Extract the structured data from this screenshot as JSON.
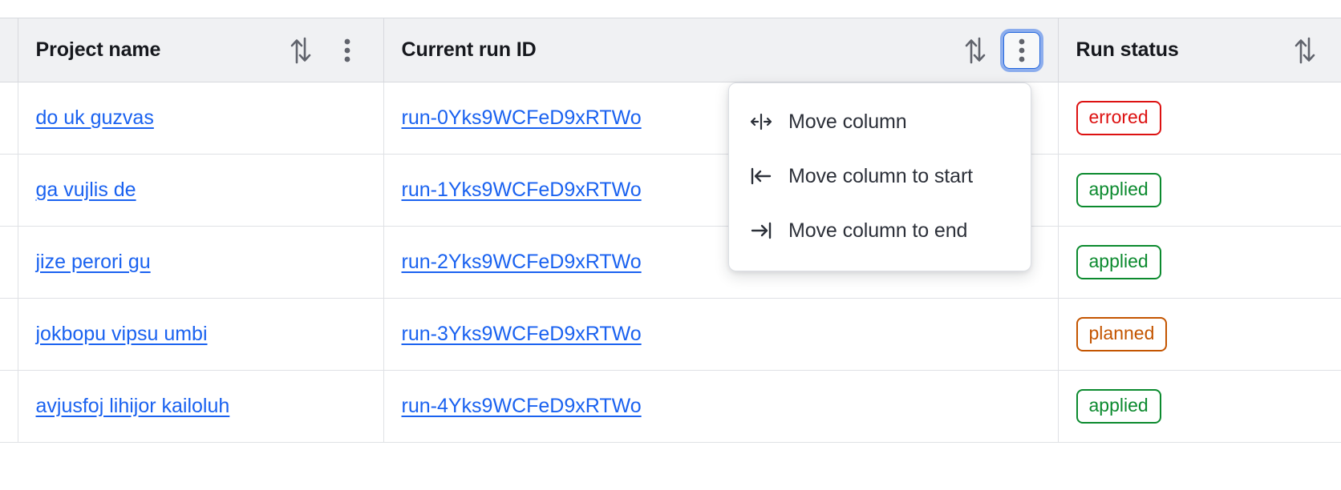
{
  "table": {
    "columns": [
      {
        "key": "project_name",
        "label": "Project name",
        "sort_icon": "sort-arrows-icon",
        "menu_icon": "kebab-menu-icon",
        "menu_focused": false
      },
      {
        "key": "current_run_id",
        "label": "Current run ID",
        "sort_icon": "sort-arrows-icon",
        "menu_icon": "kebab-menu-icon",
        "menu_focused": true
      },
      {
        "key": "run_status",
        "label": "Run status",
        "sort_icon": "sort-arrows-icon",
        "menu_icon": null,
        "menu_focused": false
      }
    ],
    "rows": [
      {
        "project_name": "do uk guzvas",
        "current_run_id": "run-0Yks9WCFeD9xRTWo",
        "run_status": "errored",
        "status_color": "#dd1111"
      },
      {
        "project_name": "ga vujlis de",
        "current_run_id": "run-1Yks9WCFeD9xRTWo",
        "run_status": "applied",
        "status_color": "#0b8a2e"
      },
      {
        "project_name": "jize perori gu",
        "current_run_id": "run-2Yks9WCFeD9xRTWo",
        "run_status": "applied",
        "status_color": "#0b8a2e"
      },
      {
        "project_name": "jokbopu vipsu umbi",
        "current_run_id": "run-3Yks9WCFeD9xRTWo",
        "run_status": "planned",
        "status_color": "#c45500"
      },
      {
        "project_name": "avjusfoj lihijor kailoluh",
        "current_run_id": "run-4Yks9WCFeD9xRTWo",
        "run_status": "applied",
        "status_color": "#0b8a2e"
      }
    ]
  },
  "column_menu": {
    "open_for_column": "Current run ID",
    "items": [
      {
        "label": "Move column",
        "icon": "move-column-icon"
      },
      {
        "label": "Move column to start",
        "icon": "move-to-start-icon"
      },
      {
        "label": "Move column to end",
        "icon": "move-to-end-icon"
      }
    ]
  },
  "colors": {
    "link": "#1a62f0",
    "header_bg": "#f0f1f3",
    "border": "#dfe1e5",
    "focus_ring": "#3b74e8",
    "errored": "#dd1111",
    "applied": "#0b8a2e",
    "planned": "#c45500"
  }
}
